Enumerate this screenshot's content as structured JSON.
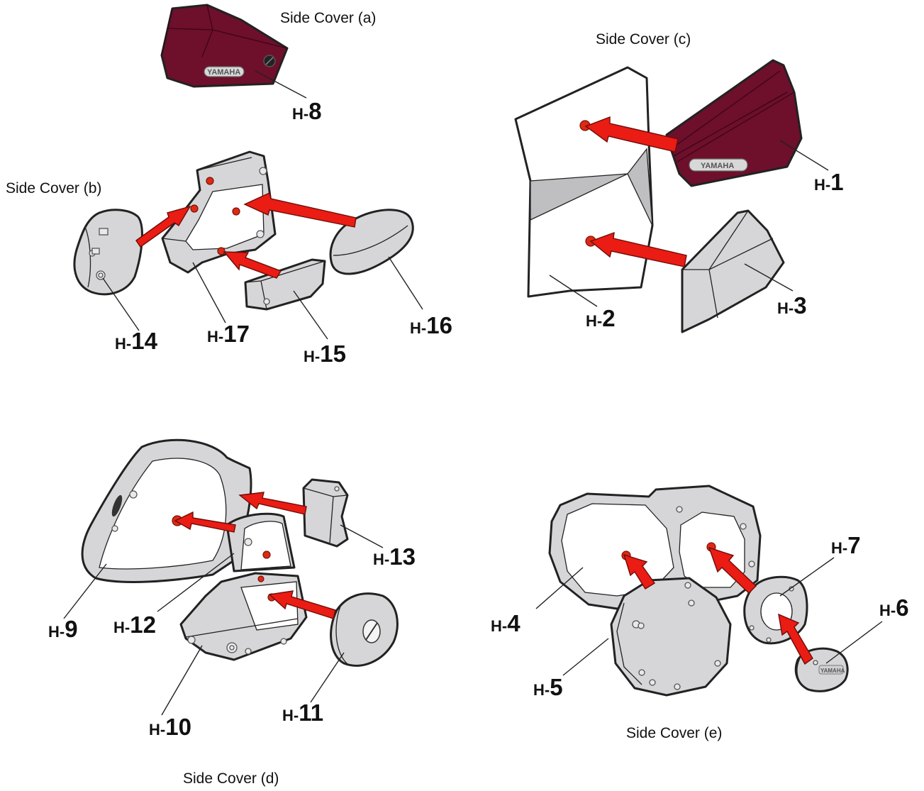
{
  "captions": {
    "a": "Side Cover (a)",
    "b": "Side Cover (b)",
    "c": "Side Cover (c)",
    "d": "Side Cover (d)",
    "e": "Side Cover (e)"
  },
  "badge_text": "YAMAHA",
  "label_prefix": "H-",
  "parts": {
    "p1": "1",
    "p2": "2",
    "p3": "3",
    "p4": "4",
    "p5": "5",
    "p6": "6",
    "p7": "7",
    "p8": "8",
    "p9": "9",
    "p10": "10",
    "p11": "11",
    "p12": "12",
    "p13": "13",
    "p14": "14",
    "p15": "15",
    "p16": "16",
    "p17": "17"
  },
  "colors": {
    "cover_red": "#6e0f2c",
    "part_grey": "#d6d6d8",
    "arrow_red": "#ea1c14"
  }
}
